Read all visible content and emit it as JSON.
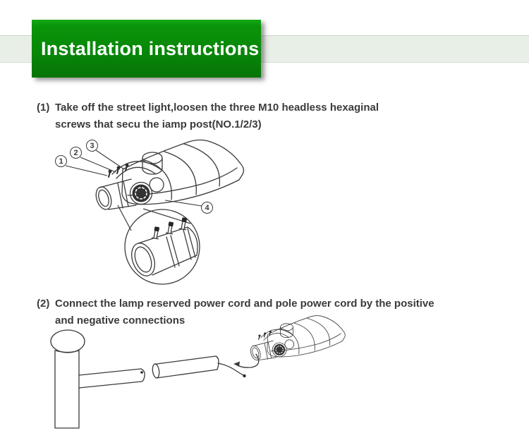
{
  "header": {
    "title": "Installation instructions"
  },
  "steps": [
    {
      "marker": "(1)",
      "lines": [
        "Take off the street light,loosen the three M10 headless hexaginal",
        "screws that secu the iamp post(NO.1/2/3)"
      ]
    },
    {
      "marker": "(2)",
      "lines": [
        "Connect the lamp reserved power cord and pole power cord by the positive",
        "and negative connections"
      ]
    }
  ],
  "figure1": {
    "callouts": [
      "1",
      "2",
      "3",
      "4"
    ]
  },
  "colors": {
    "banner_green_top": "#16a816",
    "banner_green_bottom": "#067406",
    "band_background": "#e8efe6",
    "title_text": "#ffffff",
    "body_text": "#3b3b3b",
    "line_art": "#3a3a3a"
  }
}
